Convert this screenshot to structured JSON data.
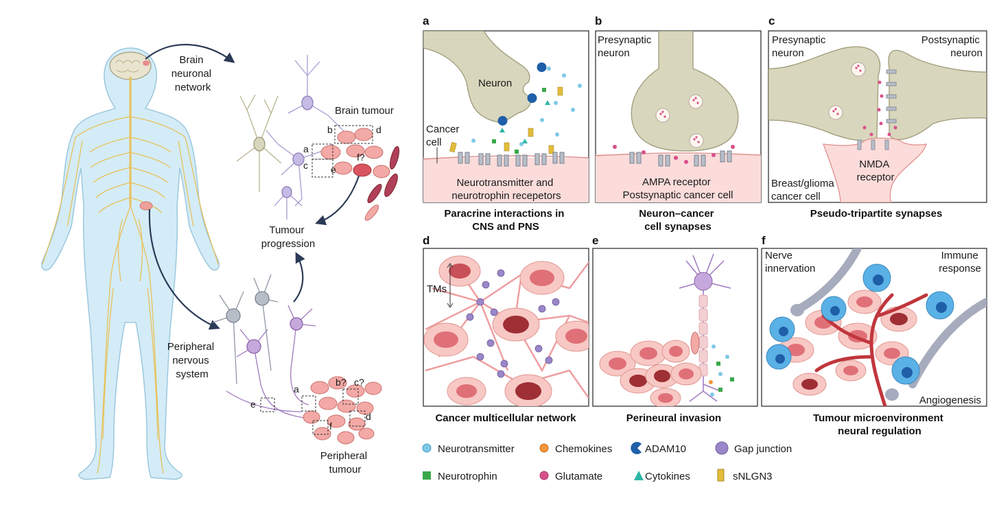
{
  "overview": {
    "brain_network": [
      "Brain",
      "neuronal",
      "network"
    ],
    "brain_tumour": "Brain tumour",
    "tumour_progression": [
      "Tumour",
      "progression"
    ],
    "peripheral_ns": [
      "Peripheral",
      "nervous",
      "system"
    ],
    "peripheral_tumour": [
      "Peripheral",
      "tumour"
    ],
    "brain_boxes": [
      "a",
      "b",
      "c",
      "d",
      "e",
      "f?"
    ],
    "peripheral_boxes": [
      "a",
      "b?",
      "c?",
      "d",
      "e",
      "f"
    ]
  },
  "panels": {
    "a": {
      "letter": "a",
      "neuron": "Neuron",
      "cancer_cell": [
        "Cancer",
        "cell"
      ],
      "receptors": [
        "Neurotransmitter and",
        "neurotrophin recepetors"
      ],
      "caption": [
        "Paracrine interactions in",
        "CNS and PNS"
      ]
    },
    "b": {
      "letter": "b",
      "presynaptic": [
        "Presynaptic",
        "neuron"
      ],
      "receptor": [
        "AMPA receptor",
        "Postsynaptic cancer cell"
      ],
      "caption": [
        "Neuron–cancer",
        "cell synapses"
      ]
    },
    "c": {
      "letter": "c",
      "presynaptic": [
        "Presynaptic",
        "neuron"
      ],
      "postsynaptic": [
        "Postsynaptic",
        "neuron"
      ],
      "receptor": [
        "NMDA",
        "receptor"
      ],
      "cancer": [
        "Breast/glioma",
        "cancer cell"
      ],
      "caption": "Pseudo-tripartite synapses"
    },
    "d": {
      "letter": "d",
      "tms": "TMs",
      "caption": "Cancer multicellular network"
    },
    "e": {
      "letter": "e",
      "caption": "Perineural invasion"
    },
    "f": {
      "letter": "f",
      "nerve": [
        "Nerve",
        "innervation"
      ],
      "immune": [
        "Immune",
        "response"
      ],
      "angio": "Angiogenesis",
      "caption": [
        "Tumour microenvironment",
        "neural regulation"
      ]
    }
  },
  "legend": [
    {
      "label": "Neurotransmitter",
      "symbol": "circle",
      "color": "#7ec8e8"
    },
    {
      "label": "Chemokines",
      "symbol": "circle",
      "color": "#f0953a"
    },
    {
      "label": "ADAM10",
      "symbol": "pacman",
      "color": "#1f5fa8"
    },
    {
      "label": "Gap junction",
      "symbol": "circle-lg",
      "color": "#9a86c8"
    },
    {
      "label": "Neurotrophin",
      "symbol": "square",
      "color": "#3aa84a"
    },
    {
      "label": "Glutamate",
      "symbol": "circle",
      "color": "#d8508a"
    },
    {
      "label": "Cytokines",
      "symbol": "triangle",
      "color": "#2fb5a8"
    },
    {
      "label": "sNLGN3",
      "symbol": "rect",
      "color": "#e3bd3a"
    }
  ],
  "colors": {
    "neuron": "#d8d6bc",
    "neuron_stroke": "#9d9a78",
    "cancer": "#f3a9a5",
    "cancer_dark": "#9e2f35",
    "body": "#d4ecf7",
    "nerve": "#e8c15a",
    "lavender": "#a99bd0",
    "immune": "#4aa6dc"
  }
}
